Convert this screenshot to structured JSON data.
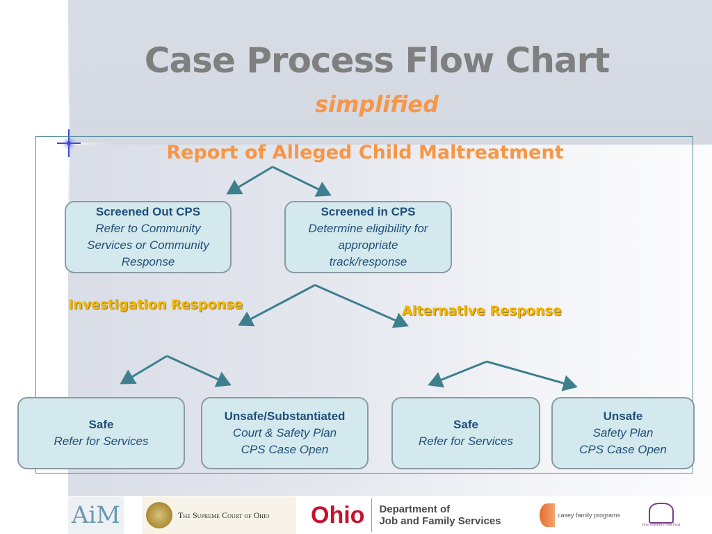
{
  "slide": {
    "title": "Case Process Flow Chart",
    "subtitle": "simplified",
    "root": "Report of Alleged Child Maltreatment",
    "labels": {
      "investigation": "Investigation Response",
      "alternative": "Alternative Response"
    },
    "boxes": {
      "screened_out": {
        "title": "Screened Out CPS",
        "lines": [
          "Refer to Community",
          "Services or Community",
          "Response"
        ]
      },
      "screened_in": {
        "title": "Screened in CPS",
        "lines": [
          "Determine eligibility for",
          "appropriate",
          "track/response"
        ]
      },
      "inv_safe": {
        "title": "Safe",
        "lines": [
          "Refer for Services"
        ]
      },
      "inv_unsafe": {
        "title": "Unsafe/Substantiated",
        "lines": [
          "Court & Safety Plan",
          "CPS Case Open"
        ]
      },
      "alt_safe": {
        "title": "Safe",
        "lines": [
          "Refer for Services"
        ]
      },
      "alt_unsafe": {
        "title": "Unsafe",
        "lines": [
          "Safety Plan",
          "CPS Case Open"
        ]
      }
    }
  },
  "logos": {
    "aim": "AiM",
    "supreme_court": "The Supreme Court of Ohio",
    "ohio": "Ohio",
    "odjfs": [
      "Department of",
      "Job and Family Services"
    ],
    "casey": "casey family programs",
    "ctf": "Ohio Children's Trust Fund"
  },
  "colors": {
    "title_gray": "#7f7f7f",
    "accent_orange": "#f79646",
    "label_gold": "#f5b800",
    "box_fill": "#d4e9ed",
    "arrow_teal": "#3e7f8e",
    "ohio_red": "#c8102e"
  }
}
